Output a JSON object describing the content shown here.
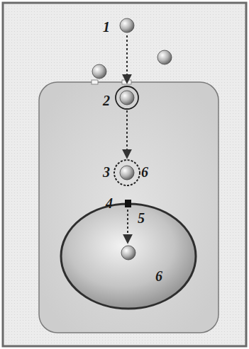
{
  "diagram": {
    "labels": [
      "1",
      "2",
      "3",
      "6",
      "4",
      "5",
      "6"
    ]
  }
}
